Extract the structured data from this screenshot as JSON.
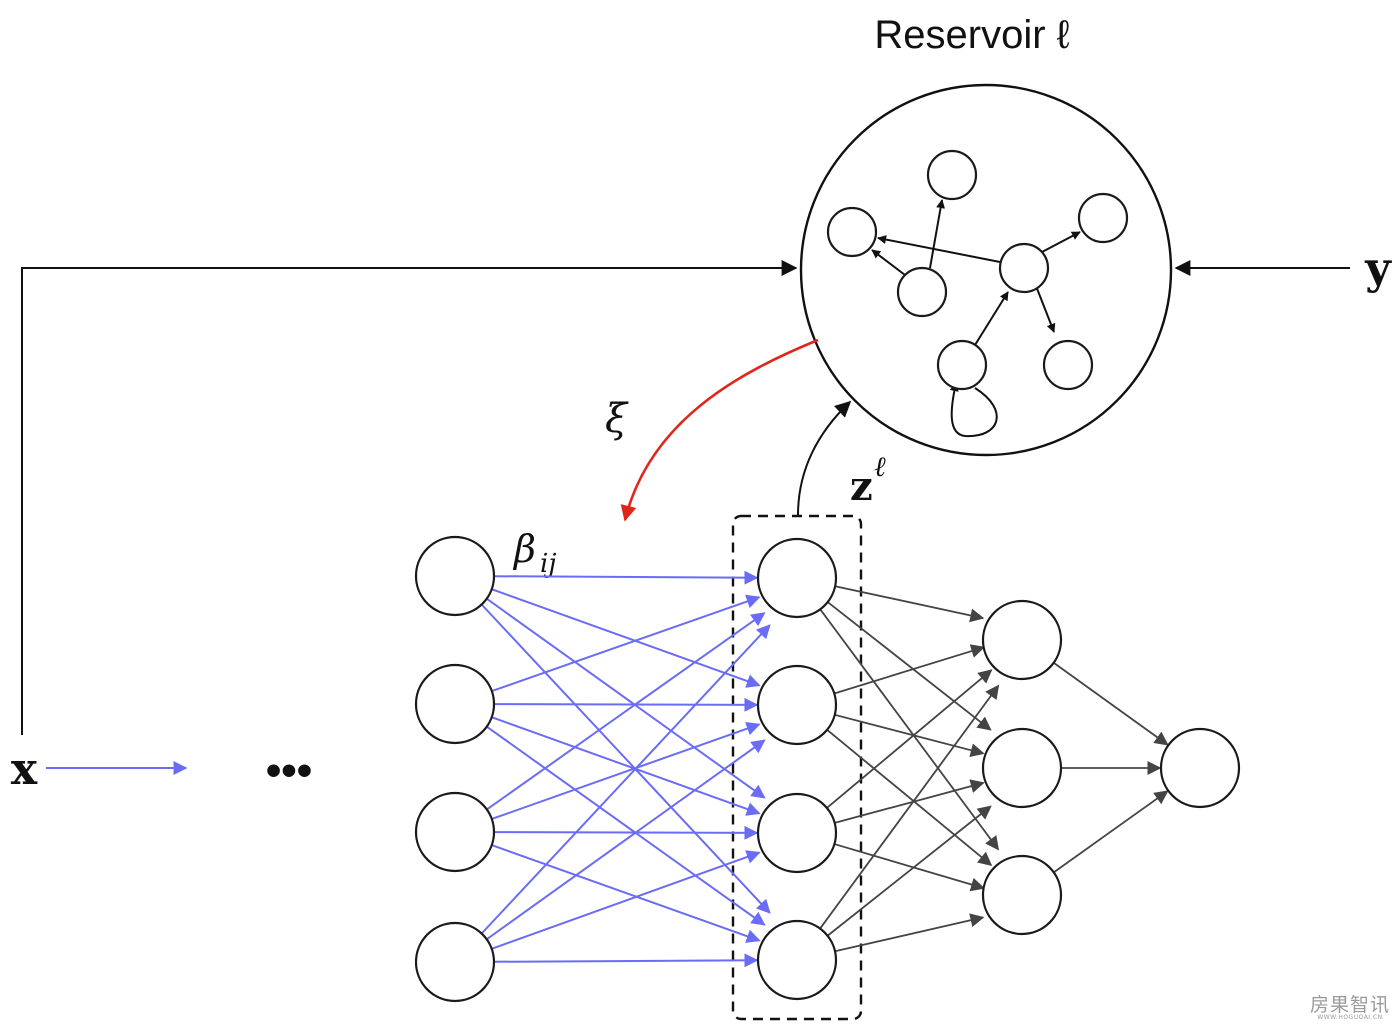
{
  "labels": {
    "reservoir_title": "Reservoir ℓ",
    "xi": "ξ",
    "beta_base": "β",
    "beta_sub": "ij",
    "z_base": "z",
    "z_sup": "ℓ",
    "x": "x",
    "y": "y",
    "ellipsis": "•••"
  },
  "colors": {
    "feedback": "#e0261b",
    "weights": "#6a6cf5",
    "readout": "#444444",
    "lines": "#111111"
  },
  "watermark": {
    "main": "房果智讯",
    "sub": "WWW.HOGUOAI.CN"
  }
}
